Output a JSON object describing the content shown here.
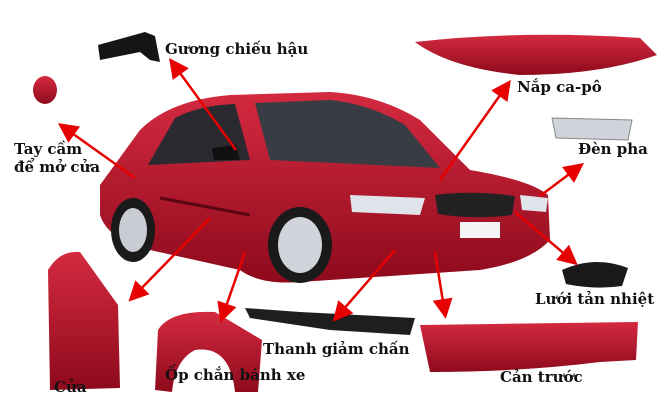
{
  "labels": {
    "mirror": "Gương chiếu hậu",
    "hood": "Nắp ca-pô",
    "handle_line1": "Tay cầm",
    "handle_line2": "để mở cửa",
    "headlight": "Đèn pha",
    "grille": "Lưới tản nhiệt",
    "bumper_beam": "Thanh giảm chấn",
    "door": "Cửa",
    "fender": "Ốp chắn bánh xe",
    "front_bumper": "Cản trước"
  },
  "colors": {
    "car_red": "#b3122a",
    "arrow": "#e60000",
    "label": "#111111"
  }
}
